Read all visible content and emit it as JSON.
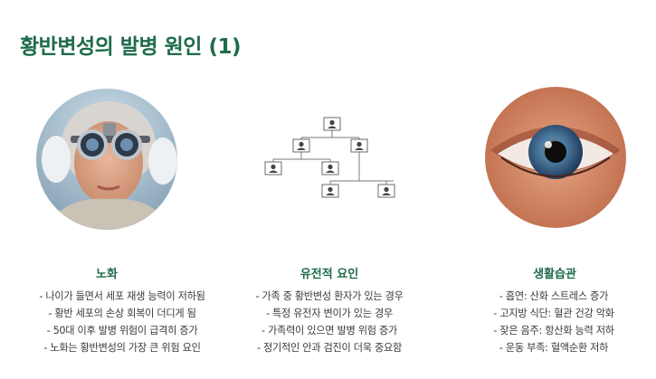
{
  "title": "황반변성의 발병 원인 (1)",
  "columns": [
    {
      "heading": "노화",
      "image_icon": "elderly-woman-eye-exam-photo",
      "bullets": [
        "- 나이가 들면서 세포 재생 능력이 저하됨",
        "- 황반 세포의 손상 회복이 더디게 됨",
        "- 50대 이후 발병 위험이 급격히 증가",
        "- 노화는 황반변성의 가장 큰 위험 요인"
      ]
    },
    {
      "heading": "유전적 요인",
      "image_icon": "family-tree-icon",
      "bullets": [
        "- 가족 중 황반변성 환자가 있는 경우",
        "- 특정 유전자 변이가 있는 경우",
        "- 가족력이 있으면 발병 위험 증가",
        "- 정기적인 안과 검진이 더욱 중요함"
      ]
    },
    {
      "heading": "생활습관",
      "image_icon": "eye-closeup-photo",
      "bullets": [
        "- 흡연: 산화 스트레스 증가",
        "- 고지방 식단: 혈관 건강 악화",
        "- 잦은 음주: 항산화 능력 저하",
        "- 운동 부족: 혈액순환 저하"
      ]
    }
  ],
  "colors": {
    "accent": "#1f6b4a",
    "text": "#3a3a3a",
    "tree_line": "#7a7a7a"
  }
}
